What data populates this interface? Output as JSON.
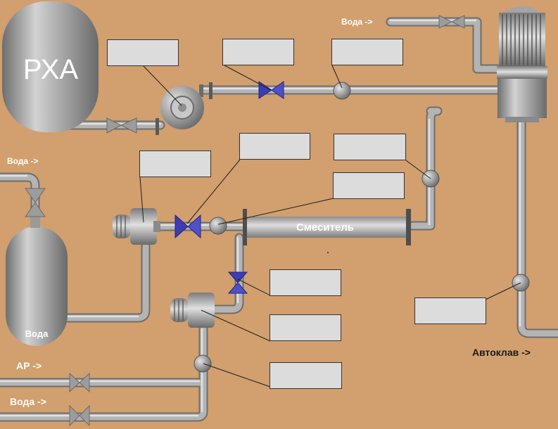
{
  "labels": {
    "rha": "РХА",
    "water_top": "Вода ->",
    "water_left": "Вода ->",
    "water_tank": "Вода",
    "mixer": "Смеситель",
    "ar_in": "АР ->",
    "water_bottom": "Вода ->",
    "autoclave": "Автоклав ->"
  },
  "readouts": [
    "",
    "",
    "",
    "",
    "",
    "",
    "",
    "",
    "",
    "",
    ""
  ],
  "colors": {
    "background": "#d29f6e",
    "pipe": "#a8a8a8",
    "valve_manual": "#9a9a9a",
    "valve_control": "#3c3cb4",
    "readout_box": "#dcdcdc"
  }
}
